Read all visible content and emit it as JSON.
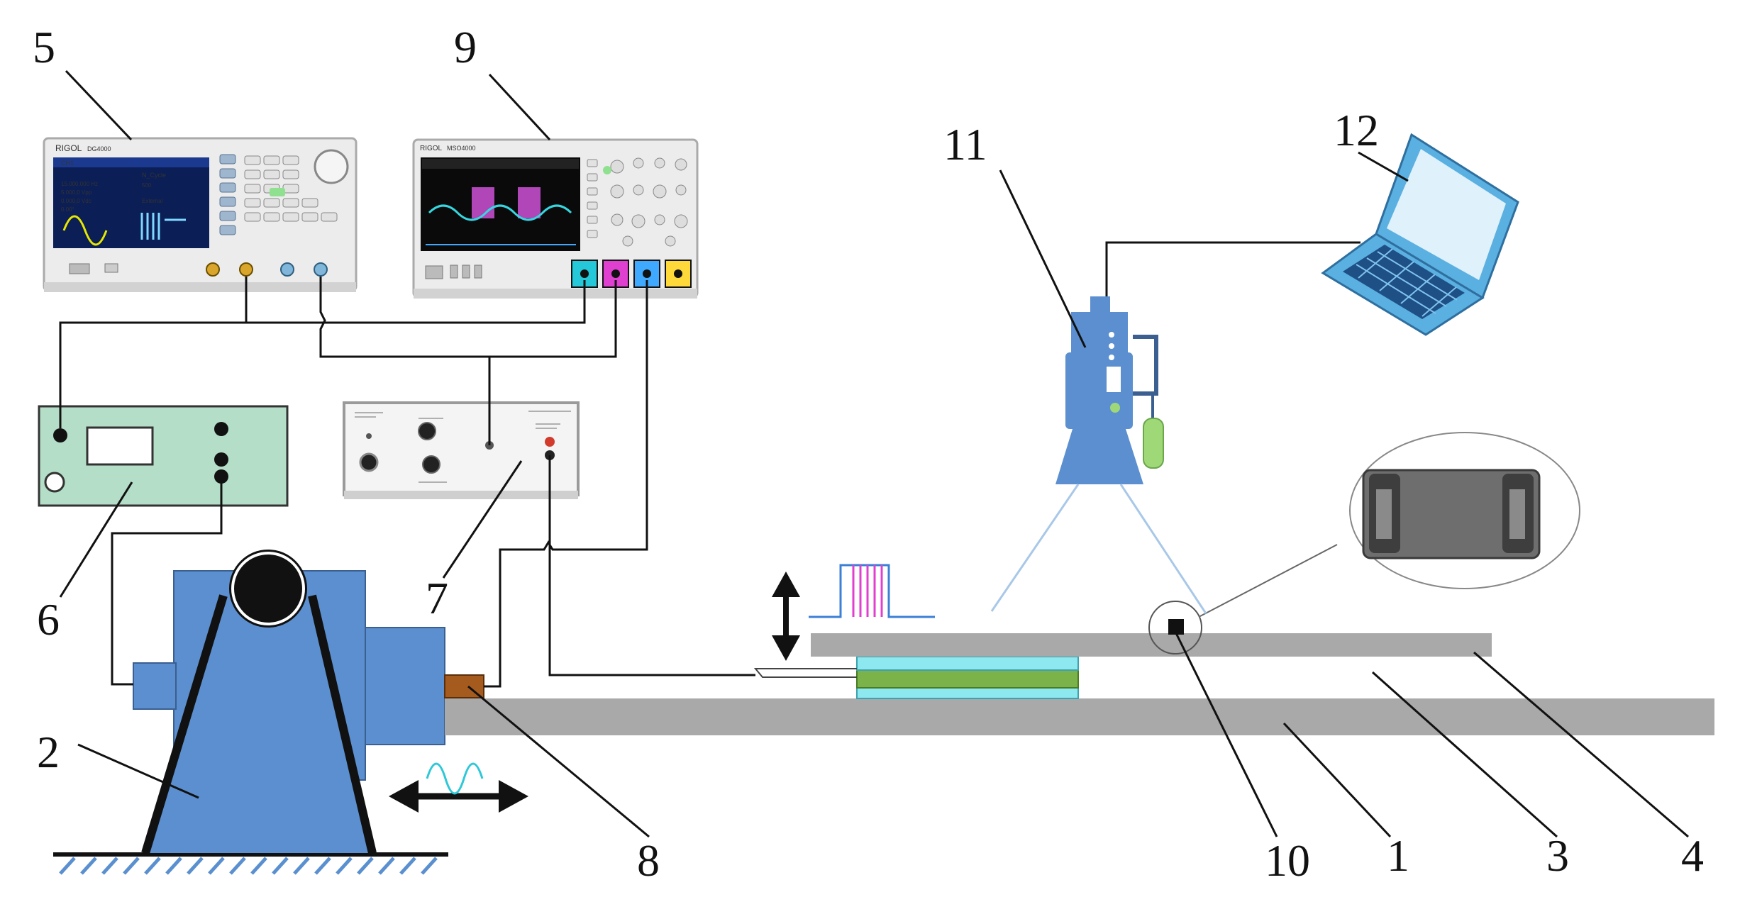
{
  "labels": {
    "l1": "1",
    "l2": "2",
    "l3": "3",
    "l4": "4",
    "l5": "5",
    "l6": "6",
    "l7": "7",
    "l8": "8",
    "l9": "9",
    "l10": "10",
    "l11": "11",
    "l12": "12"
  },
  "generator_screen": {
    "brand": "RIGOL",
    "model": "DG4000",
    "ch": "CH1",
    "mode": "N_Cycle",
    "freq": "15.000,000 Hz",
    "amp": "5.000,0 Vpp",
    "offset": "0.000,0 Vdc",
    "phase": "0.00°",
    "cycles": "500",
    "source": "External"
  },
  "scope_screen": {
    "brand": "RIGOL",
    "model": "MSO4000"
  },
  "colors": {
    "blue": "#5b8fcf",
    "lightblue": "#5db8e8",
    "green_panel": "#b4dec8",
    "gray_beam": "#a9a9a9",
    "cyan_layer": "#8ee8ef",
    "green_layer": "#7bb34a",
    "sensor_brown": "#a65b1e",
    "magenta": "#e040d0",
    "yellow": "#ffd83a"
  }
}
